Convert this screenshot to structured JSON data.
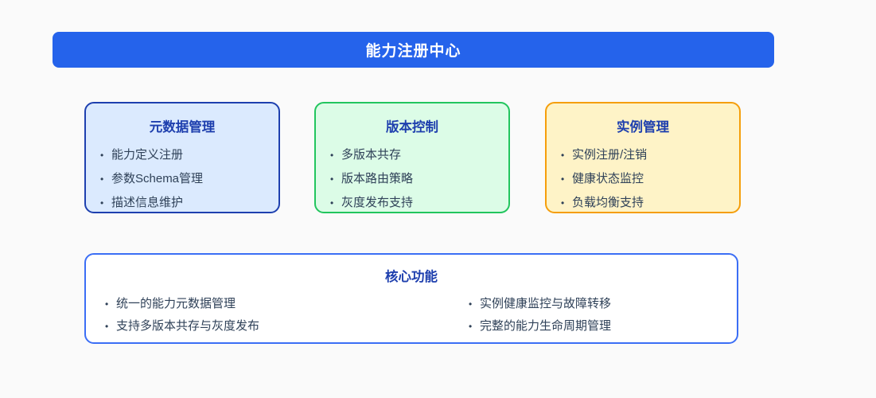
{
  "page": {
    "background_color": "#fafafa"
  },
  "header": {
    "title": "能力注册中心",
    "background_color": "#2563eb",
    "text_color": "#ffffff"
  },
  "cards": [
    {
      "title": "元数据管理",
      "items": [
        "能力定义注册",
        "参数Schema管理",
        "描述信息维护"
      ],
      "background_color": "#dbeafe",
      "border_color": "#1e40af"
    },
    {
      "title": "版本控制",
      "items": [
        "多版本共存",
        "版本路由策略",
        "灰度发布支持"
      ],
      "background_color": "#dcfce7",
      "border_color": "#22c55e"
    },
    {
      "title": "实例管理",
      "items": [
        "实例注册/注销",
        "健康状态监控",
        "负载均衡支持"
      ],
      "background_color": "#fef3c7",
      "border_color": "#f59e0b"
    }
  ],
  "core": {
    "title": "核心功能",
    "left_items": [
      "统一的能力元数据管理",
      "支持多版本共存与灰度发布"
    ],
    "right_items": [
      "实例健康监控与故障转移",
      "完整的能力生命周期管理"
    ],
    "background_color": "#ffffff",
    "border_color": "#3b6ef5"
  },
  "text_colors": {
    "card_title": "#1e3fae",
    "item_text": "#2f4158"
  }
}
